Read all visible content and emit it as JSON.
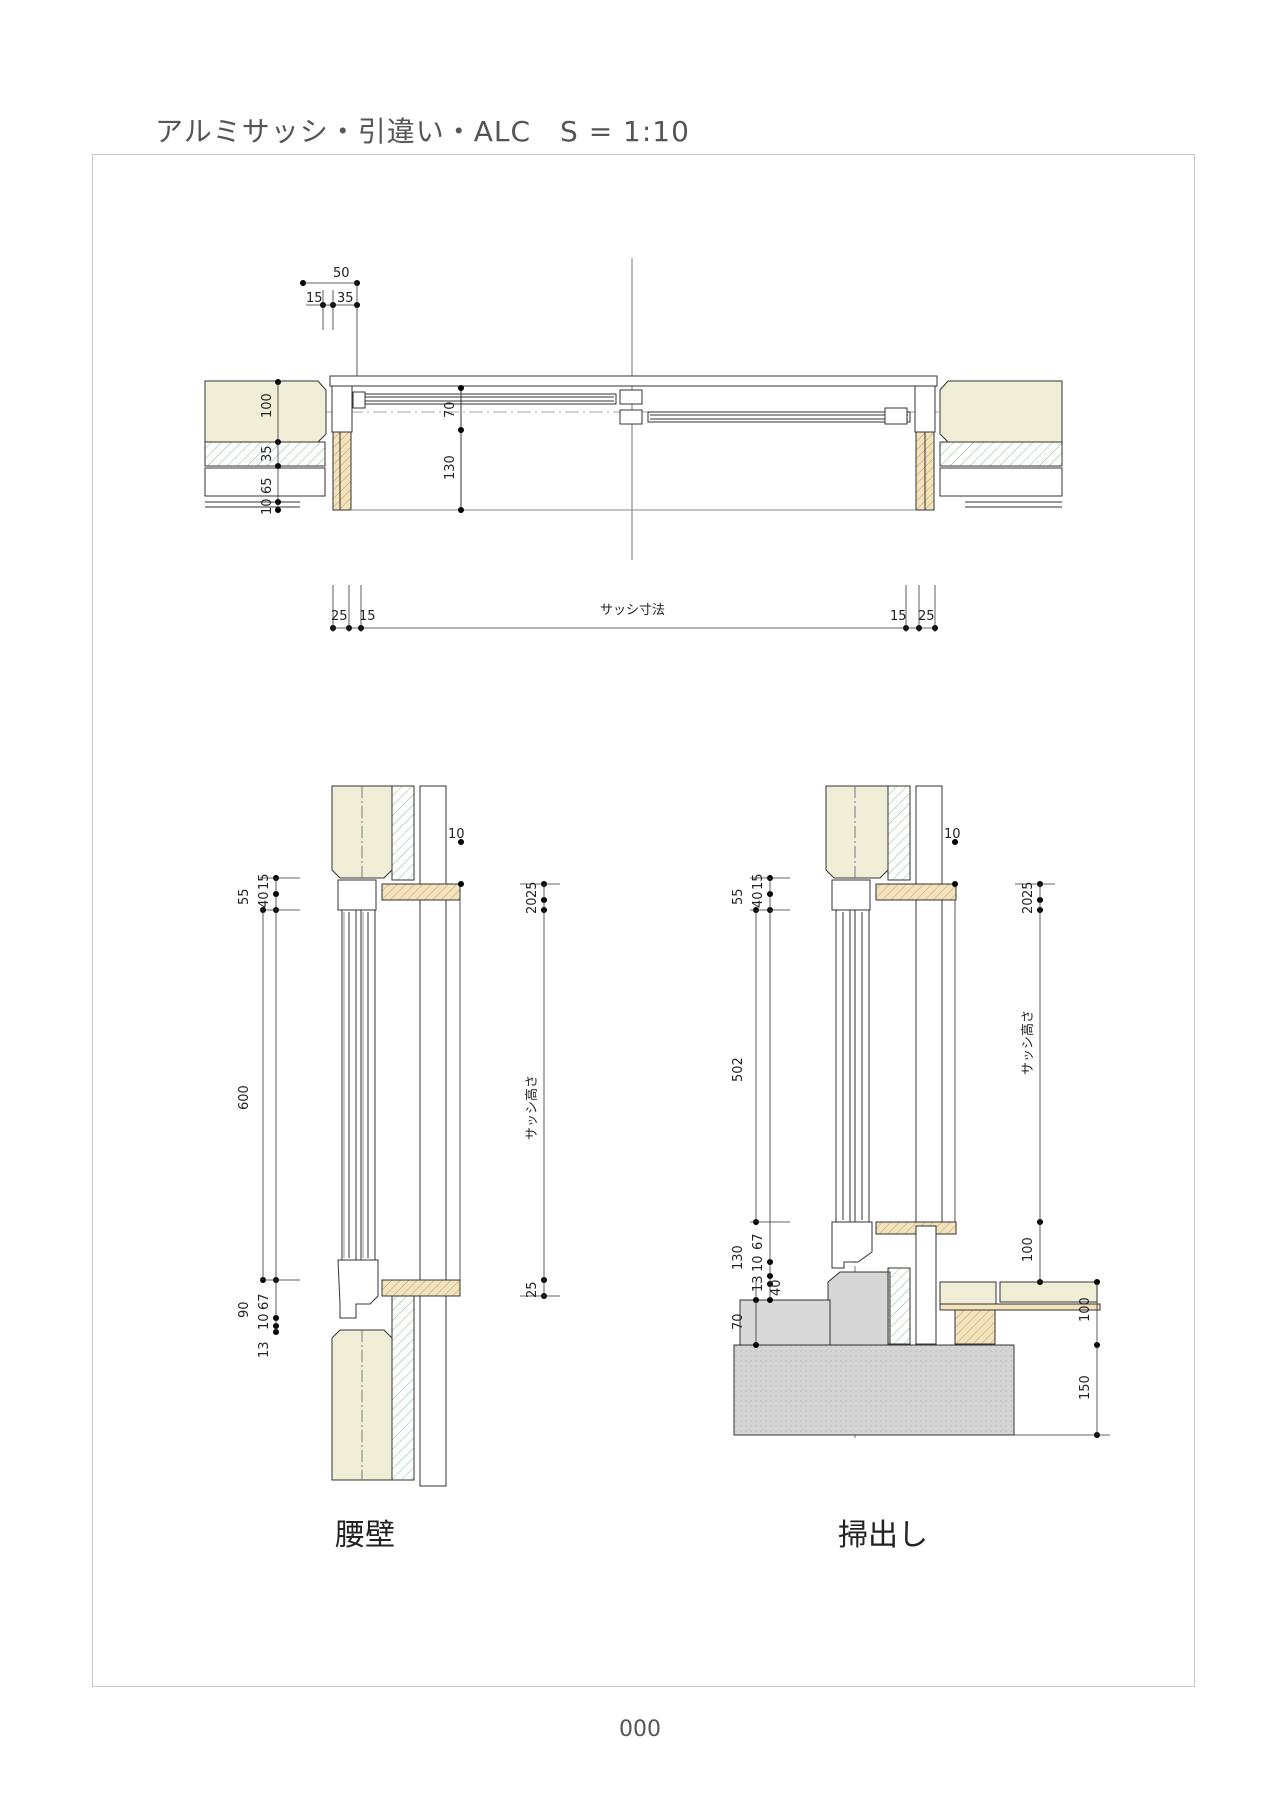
{
  "page": {
    "title": "アルミサッシ・引違い・ALC　S = 1:10",
    "page_number": "000"
  },
  "plan_view": {
    "dims_top": [
      "50",
      "15",
      "35"
    ],
    "dims_left": [
      "100",
      "35",
      "65",
      "10"
    ],
    "dims_center": [
      "70",
      "130"
    ],
    "dims_bottom": [
      "25",
      "15",
      "サッシ寸法",
      "15",
      "25"
    ]
  },
  "section_wall": {
    "caption": "腰壁",
    "dims_left_top": [
      "55",
      "40",
      "15"
    ],
    "dim_height": "600",
    "dims_left_bottom": [
      "90",
      "67",
      "10",
      "13"
    ],
    "dims_right": [
      "10",
      "20",
      "25",
      "サッシ高さ",
      "25"
    ]
  },
  "section_floor": {
    "caption": "掃出し",
    "dims_left_top": [
      "55",
      "40",
      "15"
    ],
    "dim_height": "502",
    "dims_left_bottom": [
      "130",
      "67",
      "10",
      "13",
      "40",
      "70"
    ],
    "dims_right": [
      "10",
      "20",
      "25",
      "サッシ高さ",
      "100",
      "100",
      "150"
    ]
  },
  "colors": {
    "alc_fill": "#f1eed8",
    "hatch_green": "#9bd39b",
    "wood_fill": "#f3e3bd",
    "concrete_fill": "#d4d4d4",
    "line": "#333333"
  }
}
